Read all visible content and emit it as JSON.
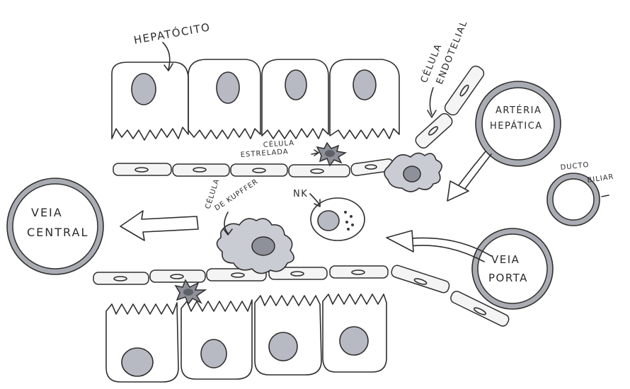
{
  "labels": {
    "hepatocito": "HEPATÓCITO",
    "celula_endotelial_line1": "CÉLULA",
    "celula_endotelial_line2": "ENDOTELIAL",
    "celula_estrelada_line1": "CÉLULA",
    "celula_estrelada_line2": "ESTRELADA",
    "arteria_line1": "ARTÉRIA",
    "arteria_line2": "HEPÁTICA",
    "ducto_line1": "DUCTO",
    "ducto_line2": "BILIAR",
    "veia_central_line1": "VEIA",
    "veia_central_line2": "CENTRAL",
    "kupffer_line1": "CÉLULA",
    "kupffer_line2": "DE KUPFFER",
    "nk": "NK",
    "veia_porta_line1": "VEIA",
    "veia_porta_line2": "PORTA"
  }
}
